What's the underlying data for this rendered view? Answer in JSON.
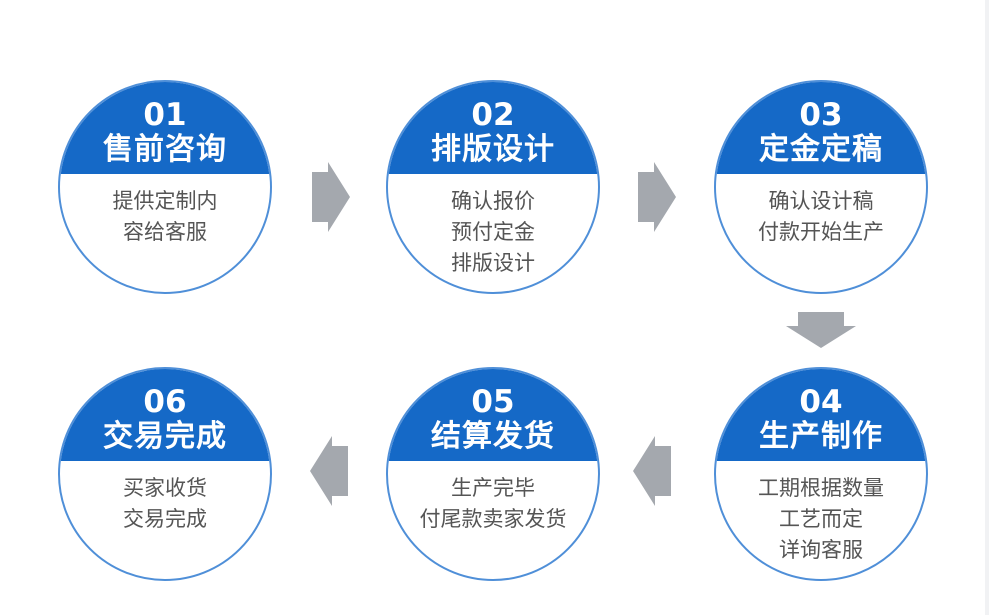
{
  "steps": [
    {
      "num": "01",
      "title": "售前咨询",
      "lines": [
        "提供定制内",
        "容给客服"
      ]
    },
    {
      "num": "02",
      "title": "排版设计",
      "lines": [
        "确认报价",
        "预付定金",
        "排版设计"
      ]
    },
    {
      "num": "03",
      "title": "定金定稿",
      "lines": [
        "确认设计稿",
        "付款开始生产"
      ]
    },
    {
      "num": "04",
      "title": "生产制作",
      "lines": [
        "工期根据数量",
        "工艺而定",
        "详询客服"
      ]
    },
    {
      "num": "05",
      "title": "结算发货",
      "lines": [
        "生产完毕",
        "付尾款卖家发货"
      ]
    },
    {
      "num": "06",
      "title": "交易完成",
      "lines": [
        "买家收货",
        "交易完成"
      ]
    }
  ],
  "colors": {
    "header": "#1569c7",
    "ring": "#4f8fd8",
    "arrow": "#a4a8ae",
    "text": "#555555"
  }
}
